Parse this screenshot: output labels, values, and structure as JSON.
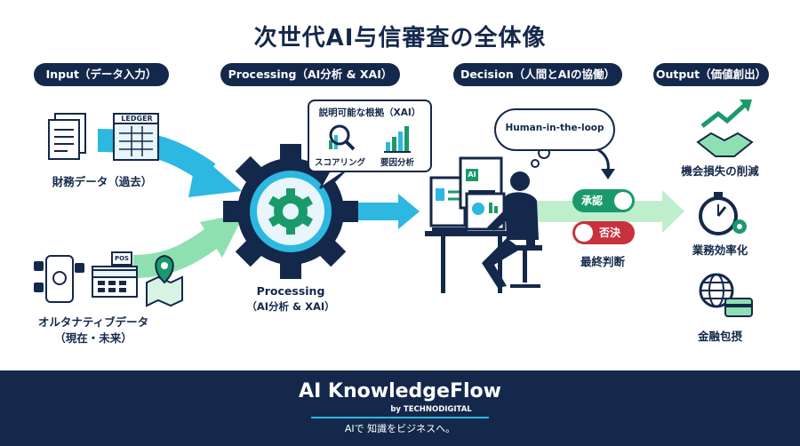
{
  "title": "次世代AI与信審査の全体像",
  "stages": [
    {
      "label": "Input（データ入力）"
    },
    {
      "label": "Processing（AI分析 & XAI）"
    },
    {
      "label": "Decision（人間とAIの協働）"
    },
    {
      "label": "Output（価値創出）"
    }
  ],
  "input": {
    "ledger_label": "LEDGER",
    "pos_label": "POS",
    "financial_caption": "財務データ（過去）",
    "alt_caption_line1": "オルタナティブデータ",
    "alt_caption_line2": "（現在・未来）"
  },
  "processing": {
    "bubble_title": "説明可能な根拠（XAI）",
    "scoring_label": "スコアリング",
    "factor_label": "要因分析",
    "caption_line1": "Processing",
    "caption_line2": "（AI分析 & XAI）"
  },
  "decision": {
    "thought": "Human-in-the-loop",
    "screen_label": "AI",
    "approve_label": "承認",
    "reject_label": "否決",
    "final_caption": "最終判断"
  },
  "output": {
    "items": [
      {
        "label": "機会損失の削減",
        "icon": "handshake-growth-icon"
      },
      {
        "label": "業務効率化",
        "icon": "stopwatch-gear-icon"
      },
      {
        "label": "金融包摂",
        "icon": "globe-card-icon"
      }
    ]
  },
  "footer": {
    "brand": "AI KnowledgeFlow",
    "byline": "by TECHNODIGITAL",
    "tagline": "AIで 知識をビジネスへ。"
  },
  "colors": {
    "navy": "#14284b",
    "cyan": "#2cb8e0",
    "green": "#1a9a6a",
    "mint": "#8fe0b0",
    "red": "#c8323c"
  }
}
